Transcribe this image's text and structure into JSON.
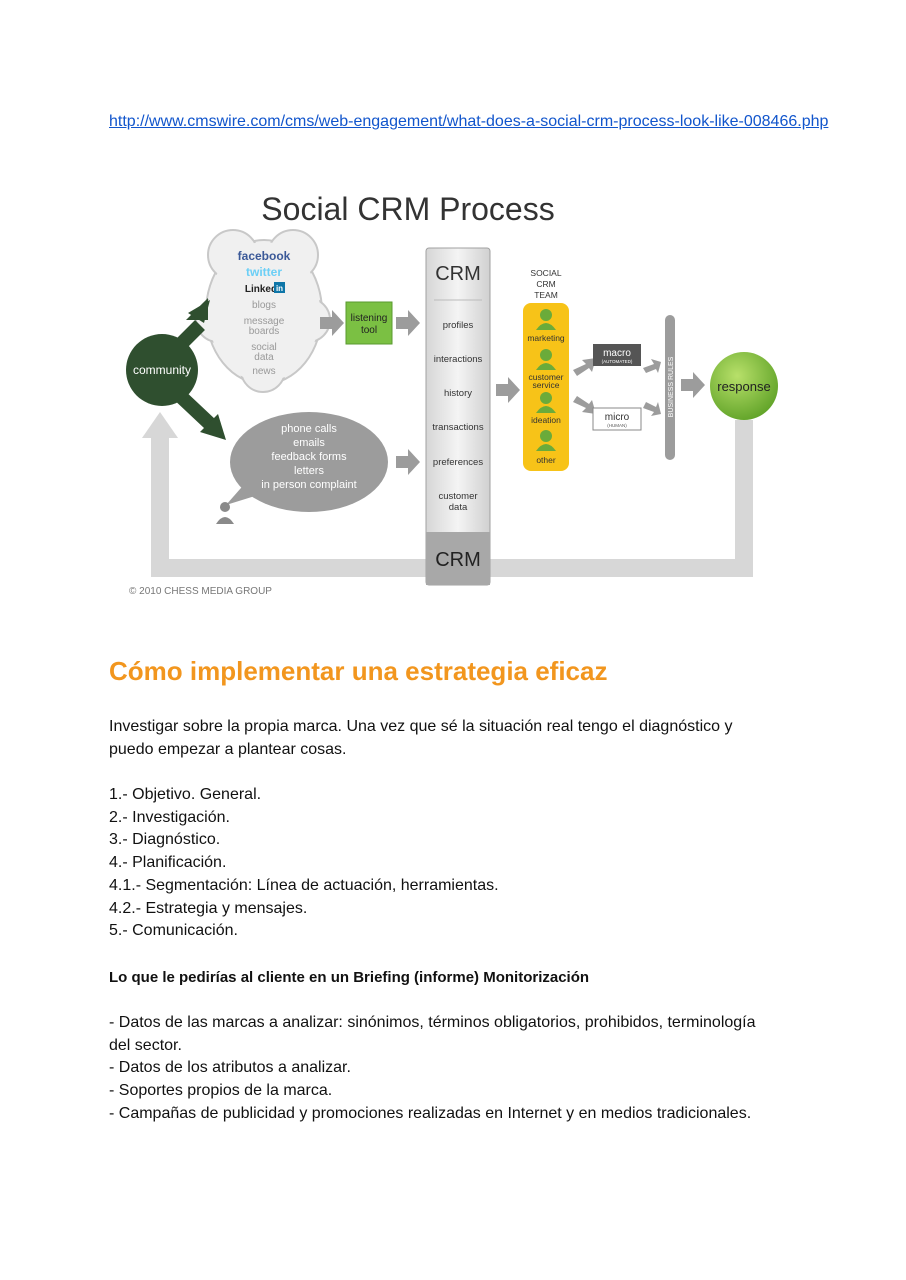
{
  "link": {
    "text": "http://www.cmswire.com/cms/web-engagement/what-does-a-social-crm-process-look-like-008466.php"
  },
  "figure": {
    "title": "Social CRM Process",
    "community": "community",
    "cloud_items": [
      "facebook",
      "twitter",
      "Linked",
      "blogs",
      "message",
      "boards",
      "social",
      "data",
      "news"
    ],
    "linkedin_badge": "in",
    "listening_tool": [
      "listening",
      "tool"
    ],
    "bubble_items": [
      "phone calls",
      "emails",
      "feedback forms",
      "letters",
      "in person complaint"
    ],
    "crm_top": "CRM",
    "crm_bottom": "CRM",
    "crm_items": [
      "profiles",
      "interactions",
      "history",
      "transactions",
      "preferences",
      "customer",
      "data"
    ],
    "team_label": [
      "SOCIAL",
      "CRM",
      "TEAM"
    ],
    "team_members": [
      "marketing",
      "customer",
      "service",
      "ideation",
      "other"
    ],
    "macro": "macro",
    "macro_sub": "(AUTOMATED)",
    "micro": "micro",
    "micro_sub": "(HUMAN)",
    "business_rules": "BUSINESS RULES",
    "response": "response",
    "copyright": "© 2010 CHESS MEDIA GROUP",
    "colors": {
      "dark_green": "#2f4f2f",
      "lime": "#7bc043",
      "yellow": "#f7c318",
      "gray": "#a8a8a8",
      "facebook": "#3b5998",
      "twitter": "#6ccff6",
      "linkedin": "#0e76a8"
    }
  },
  "heading": "Cómo implementar una estrategia eficaz",
  "intro": [
    "Investigar sobre la propia marca. Una vez que sé la situación real tengo el diagnóstico y",
    "puedo empezar a plantear cosas."
  ],
  "steps": [
    "1.- Objetivo. General.",
    "2.- Investigación.",
    "3.- Diagnóstico.",
    "4.- Planificación.",
    "4.1.- Segmentación: Línea de actuación, herramientas.",
    "4.2.- Estrategia y mensajes.",
    "5.- Comunicación."
  ],
  "briefing_title": "Lo que le pedirías al cliente en un Briefing (informe) Monitorización",
  "briefing_items": [
    "- Datos de las marcas a analizar: sinónimos, términos obligatorios, prohibidos, terminología",
    "del sector.",
    "- Datos de los atributos a analizar.",
    "- Soportes propios de la marca.",
    "- Campañas de publicidad y promociones realizadas en Internet y en medios tradicionales."
  ]
}
